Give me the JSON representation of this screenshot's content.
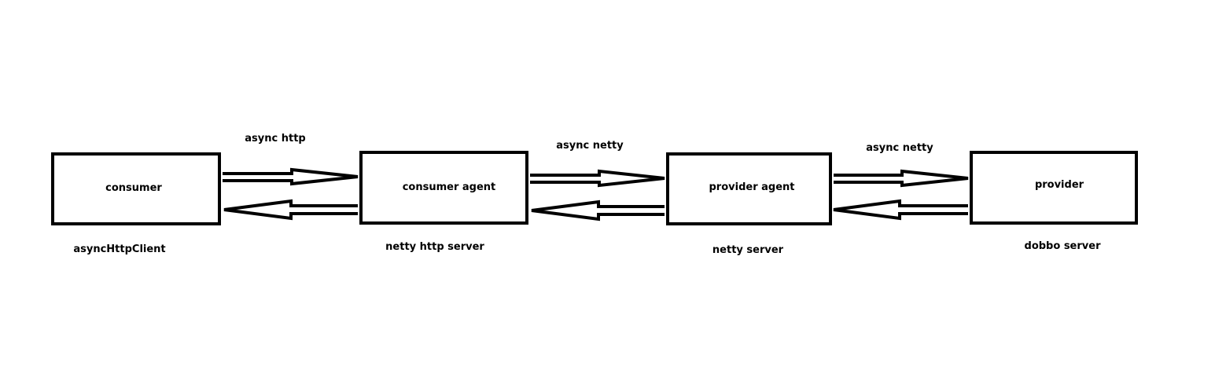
{
  "nodes": [
    {
      "id": "consumer",
      "label": "consumer",
      "sublabel": "asyncHttpClient"
    },
    {
      "id": "consumer-agent",
      "label": "consumer agent",
      "sublabel": "netty http server"
    },
    {
      "id": "provider-agent",
      "label": "provider agent",
      "sublabel": "netty server"
    },
    {
      "id": "provider",
      "label": "provider",
      "sublabel": "dobbo server"
    }
  ],
  "edges": [
    {
      "from": "consumer",
      "to": "consumer-agent",
      "label": "async http",
      "bidirectional": true
    },
    {
      "from": "consumer-agent",
      "to": "provider-agent",
      "label": "async netty",
      "bidirectional": true
    },
    {
      "from": "provider-agent",
      "to": "provider",
      "label": "async netty",
      "bidirectional": true
    }
  ],
  "colors": {
    "stroke": "#000000",
    "background": "#ffffff"
  }
}
